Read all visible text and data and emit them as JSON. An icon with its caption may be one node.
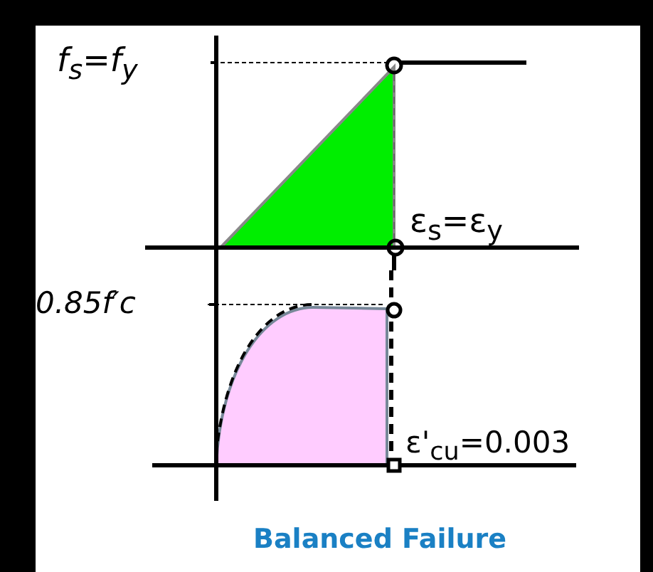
{
  "diagram": {
    "title": "Balanced Failure",
    "labels": [
      "f$_{s}$=f$_{y}$",
      "ε$_{s}$=ε$_{y}$",
      "0.85f′c",
      "ε'$_{cu}$=0.003"
    ]
  }
}
